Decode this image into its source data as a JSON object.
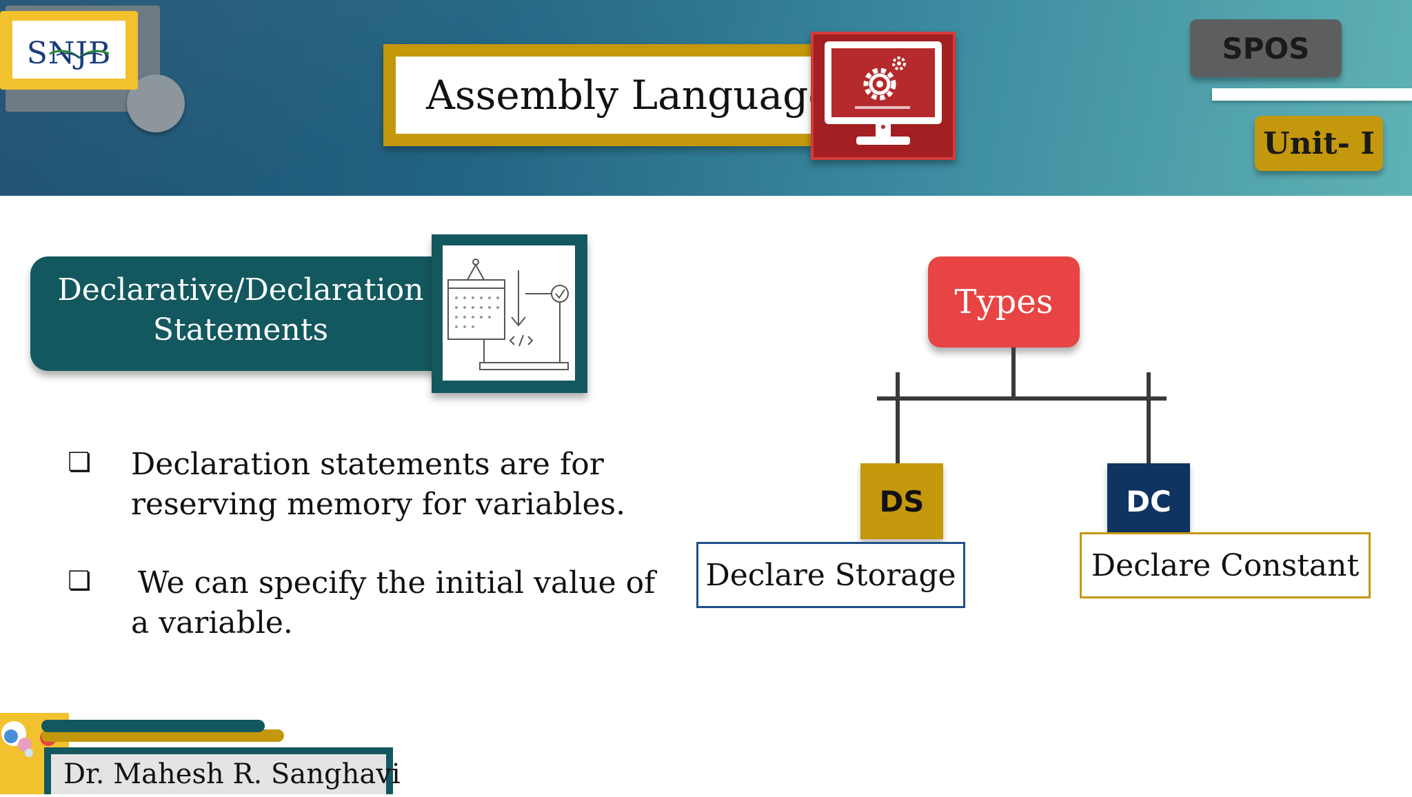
{
  "header": {
    "logo_text": "SNJB",
    "title": "Assembly Language",
    "course_tag": "SPOS",
    "unit_tag": "Unit- I"
  },
  "section": {
    "title_line1": "Declarative/Declaration",
    "title_line2": "Statements"
  },
  "bullets": [
    {
      "line1": "Declaration statements are for",
      "line2": "reserving memory for variables."
    },
    {
      "line1": "We can specify the initial value of",
      "line2": "a variable."
    }
  ],
  "diagram": {
    "root": "Types",
    "children": [
      {
        "short": "DS",
        "label": "Declare Storage"
      },
      {
        "short": "DC",
        "label": "Declare Constant"
      }
    ]
  },
  "footer": {
    "author": "Dr. Mahesh R. Sanghavi"
  },
  "colors": {
    "teal": "#13585e",
    "gold": "#c4980c",
    "red": "#e84444",
    "navy": "#0f3461"
  }
}
